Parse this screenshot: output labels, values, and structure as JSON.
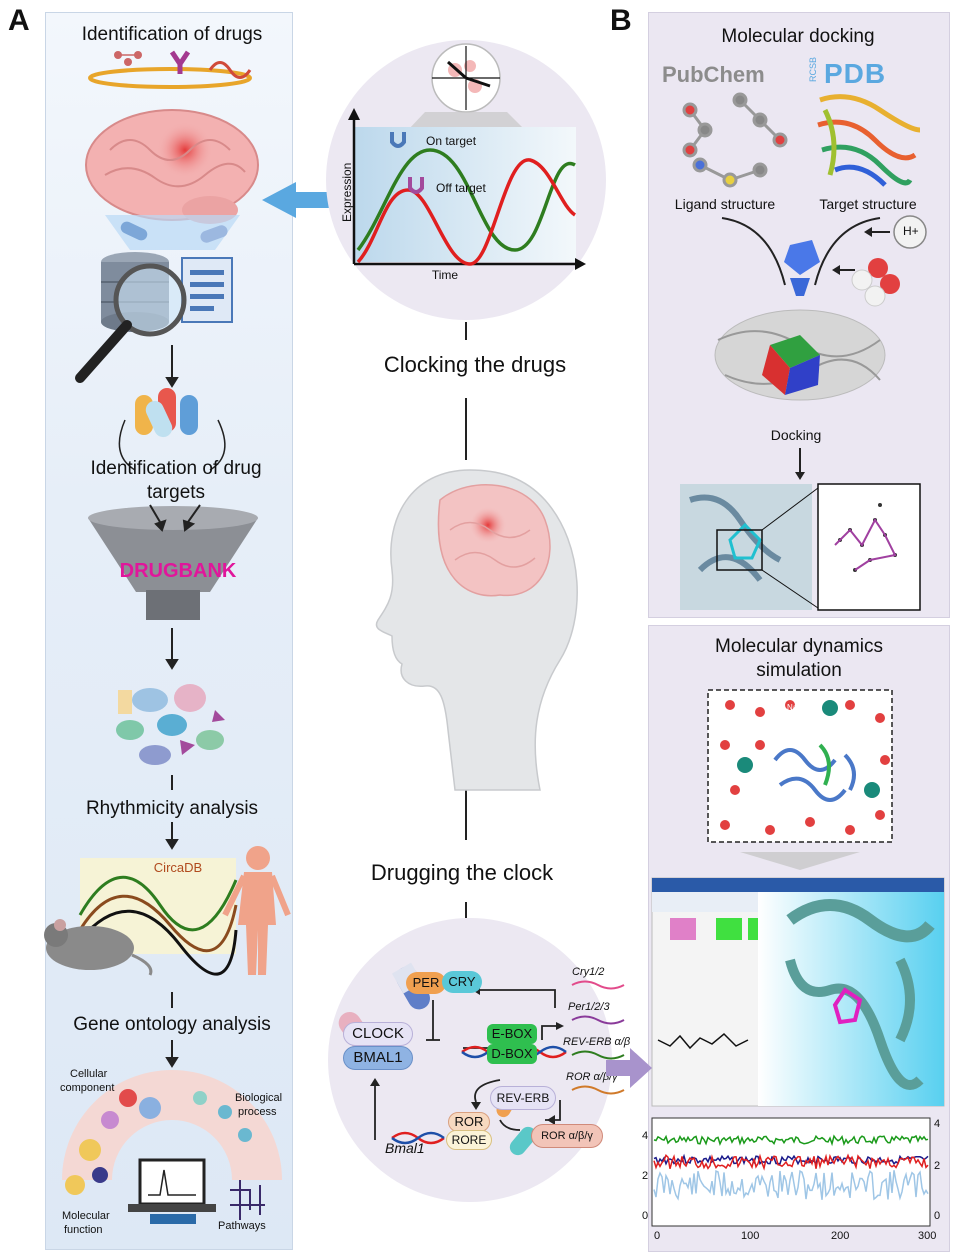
{
  "panel_letters": {
    "a": "A",
    "b": "B"
  },
  "left_panel": {
    "step1": "Identification of drugs",
    "step2_line1": "Identification of drug",
    "step2_line2": "targets",
    "drugbank_logo": "DRUGBANK",
    "step3": "Rhythmicity analysis",
    "circadb_logo": "CircaDB",
    "step4": "Gene ontology analysis",
    "go_terms": {
      "cellular_line1": "Cellular",
      "cellular_line2": "component",
      "biological_line1": "Biological",
      "biological_line2": "process",
      "molecular_line1": "Molecular",
      "molecular_line2": "function",
      "pathways": "Pathways"
    }
  },
  "center": {
    "graph": {
      "ylabel": "Expression",
      "xlabel": "Time",
      "on_target": "On target",
      "off_target": "Off target"
    },
    "clocking_title": "Clocking the drugs",
    "drugging_title": "Drugging the clock",
    "clock_network": {
      "per": "PER",
      "cry": "CRY",
      "clock": "CLOCK",
      "bmal1": "BMAL1",
      "ebox": "E-BOX",
      "dbox": "D-BOX",
      "cry12": "Cry1/2",
      "per123": "Per1/2/3",
      "reverb_alpha_beta": "REV-ERB α/β",
      "ror_alpha_beta_gamma": "ROR α/β/γ",
      "reverb": "REV-ERB",
      "ror": "ROR",
      "rore": "RORE",
      "ror_protein": "ROR α/β/γ",
      "bmal1_gene": "Bmal1"
    }
  },
  "right_top": {
    "title": "Molecular docking",
    "pubchem_logo": "PubChem",
    "pdb_logo": "PDB",
    "rcsb_logo": "RCSB",
    "ligand": "Ligand structure",
    "target": "Target structure",
    "h_plus": "H+",
    "docking": "Docking"
  },
  "right_bottom": {
    "title_line1": "Molecular dynamics",
    "title_line2": "simulation",
    "na_label": "Na",
    "plot_x_ticks": [
      "0",
      "100",
      "200",
      "300"
    ],
    "plot_y_left_ticks": [
      "0",
      "2",
      "4"
    ],
    "plot_y_right_ticks": [
      "0",
      "2",
      "4"
    ]
  },
  "colors": {
    "green_curve": "#2e7d1f",
    "red_curve": "#e01f1f",
    "arrow_blue": "#5aa8e0",
    "arrow_purple": "#a893cc",
    "drugbank_pink": "#e0169b"
  }
}
